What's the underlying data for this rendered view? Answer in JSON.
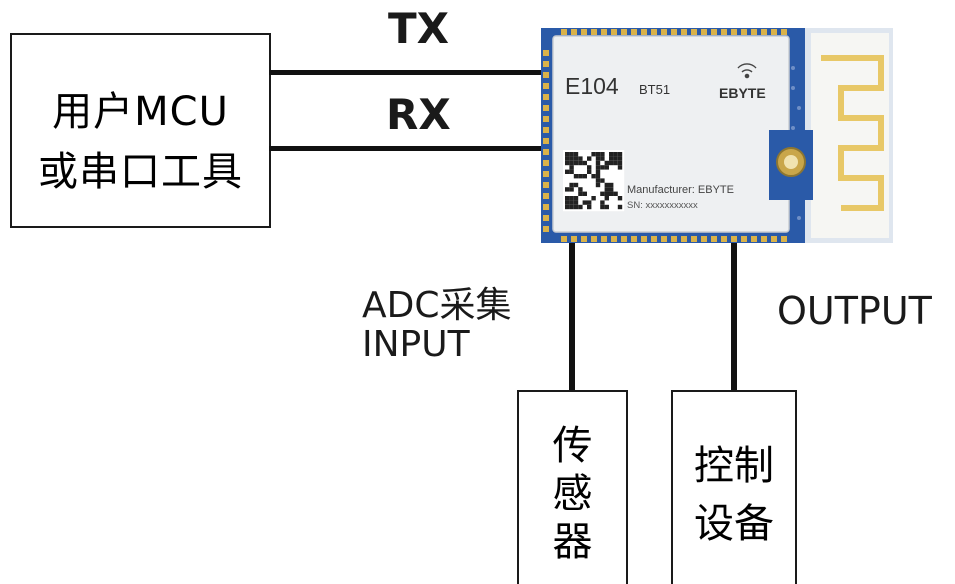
{
  "mcu": {
    "line1": "用户MCU",
    "line2": "或串口工具"
  },
  "signals": {
    "tx": "TX",
    "rx": "RX",
    "adc_line1": "ADC采集",
    "adc_line2": "INPUT",
    "output": "OUTPUT"
  },
  "module": {
    "model": "E104",
    "variant": "BT51",
    "brand": "EBYTE",
    "manufacturer": "Manufacturer: EBYTE",
    "serial": "SN: xxxxxxxxxxx"
  },
  "sensor": {
    "chars": [
      "传",
      "感",
      "器"
    ]
  },
  "control": {
    "line1": "控制",
    "line2": "设备"
  },
  "colors": {
    "board_blue": "#2a5aa8",
    "shield_silver": "#eef0f2",
    "pad_gold": "#d9b24a",
    "antenna_gold": "#e8c867",
    "line": "#111111"
  }
}
